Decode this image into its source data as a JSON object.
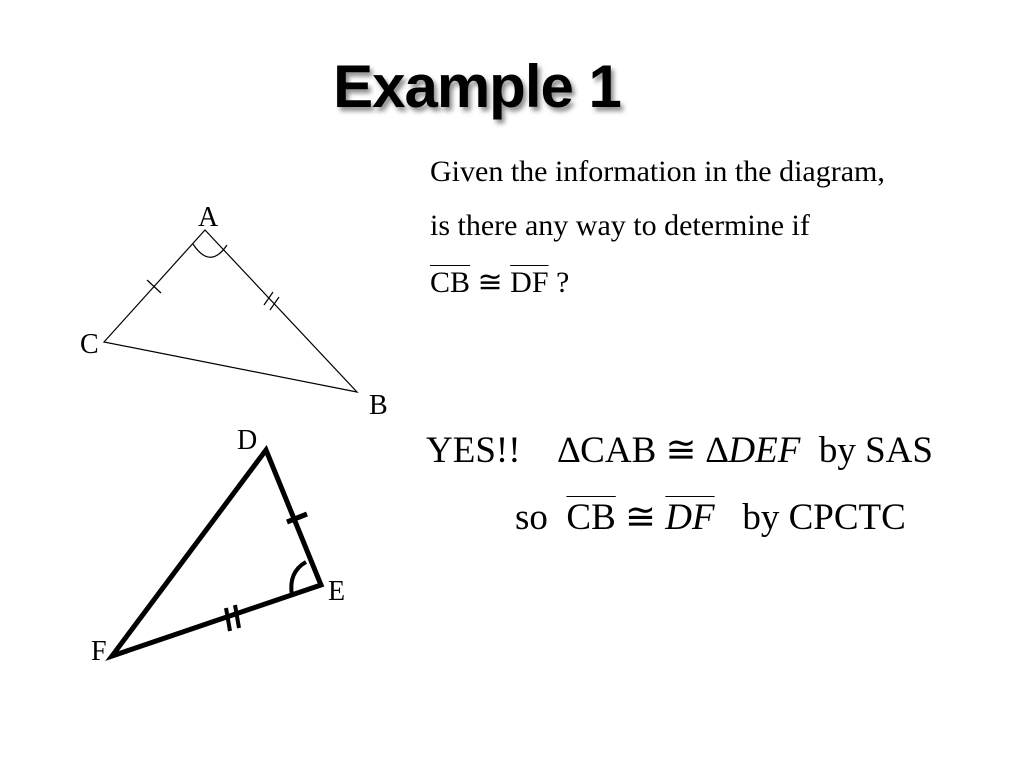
{
  "title": "Example 1",
  "question": {
    "line1": "Given the information in the diagram,",
    "line2": "is there any way to determine if",
    "seg1": "CB",
    "congruent": "≅",
    "seg2": "DF",
    "qmark": "?"
  },
  "triangle1": {
    "labels": {
      "A": "A",
      "B": "B",
      "C": "C"
    }
  },
  "triangle2": {
    "labels": {
      "D": "D",
      "E": "E",
      "F": "F"
    }
  },
  "answer": {
    "yes": "YES!!",
    "tri1": "∆CAB",
    "congruent": "≅",
    "tri2_delta": "∆",
    "tri2_name": "DEF",
    "by_sas": "by SAS",
    "so": "so",
    "seg1": "CB",
    "seg2": "DF",
    "by_cpctc": "by CPCTC"
  }
}
